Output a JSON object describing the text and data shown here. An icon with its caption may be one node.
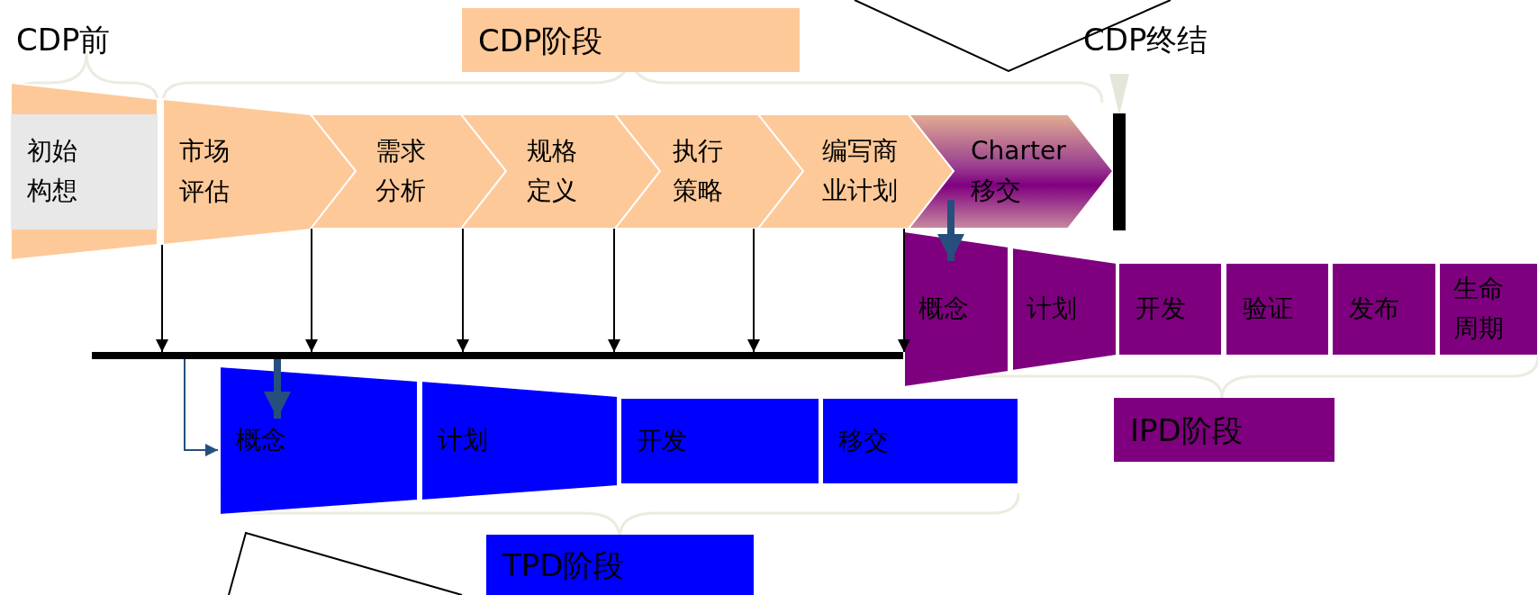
{
  "diagram": {
    "nodes": [
      {
        "text": [
          "CDP阶段"
        ]
      },
      {
        "text": [
          "初始构想"
        ]
      },
      {
        "text": [
          "市场评估"
        ]
      },
      {
        "text": [
          "需求分析"
        ]
      },
      {
        "text": [
          "规格定义"
        ]
      },
      {
        "text": [
          "执行策略"
        ]
      },
      {
        "text": [
          "编写商业计划"
        ]
      },
      {
        "text": [
          "Charter 移交"
        ]
      },
      {
        "text": [],
        "shape": "bar"
      },
      {
        "text": [
          "概念"
        ]
      },
      {
        "text": [
          "计划"
        ]
      },
      {
        "text": [
          "开发"
        ]
      },
      {
        "text": [
          "验证"
        ]
      },
      {
        "text": [
          "发布"
        ]
      },
      {
        "text": [
          "生命周期"
        ]
      },
      {
        "text": [
          "IPD阶段"
        ]
      },
      {
        "text": [
          "概念"
        ]
      },
      {
        "text": [
          "计划"
        ]
      },
      {
        "text": [
          "开发"
        ]
      },
      {
        "text": [
          "移交"
        ]
      },
      {
        "text": [
          "TPD阶段"
        ]
      },
      {
        "text": [],
        "shape": "bar"
      }
    ],
    "edges": [
      {
        "from": 2,
        "to": 8,
        "arrow": "to"
      },
      {
        "from": 3,
        "to": 8,
        "arrow": "to"
      },
      {
        "from": 4,
        "to": 8,
        "arrow": "to"
      },
      {
        "from": 5,
        "to": 8,
        "arrow": "to"
      },
      {
        "from": 6,
        "to": 8,
        "arrow": "to"
      },
      {
        "from": 7,
        "to": 8,
        "arrow": "to"
      },
      {
        "from": 8,
        "to": 16,
        "arrow": "to",
        "color": "#264f7d"
      },
      {
        "from": 8,
        "to": 16,
        "arrow": "to",
        "style": "thick",
        "color": "#264f7d"
      },
      {
        "from": 7,
        "to": 9,
        "arrow": "to",
        "style": "thick",
        "color": "#264f7d"
      }
    ],
    "labels": [
      "CDP前",
      "CDP终结"
    ]
  }
}
